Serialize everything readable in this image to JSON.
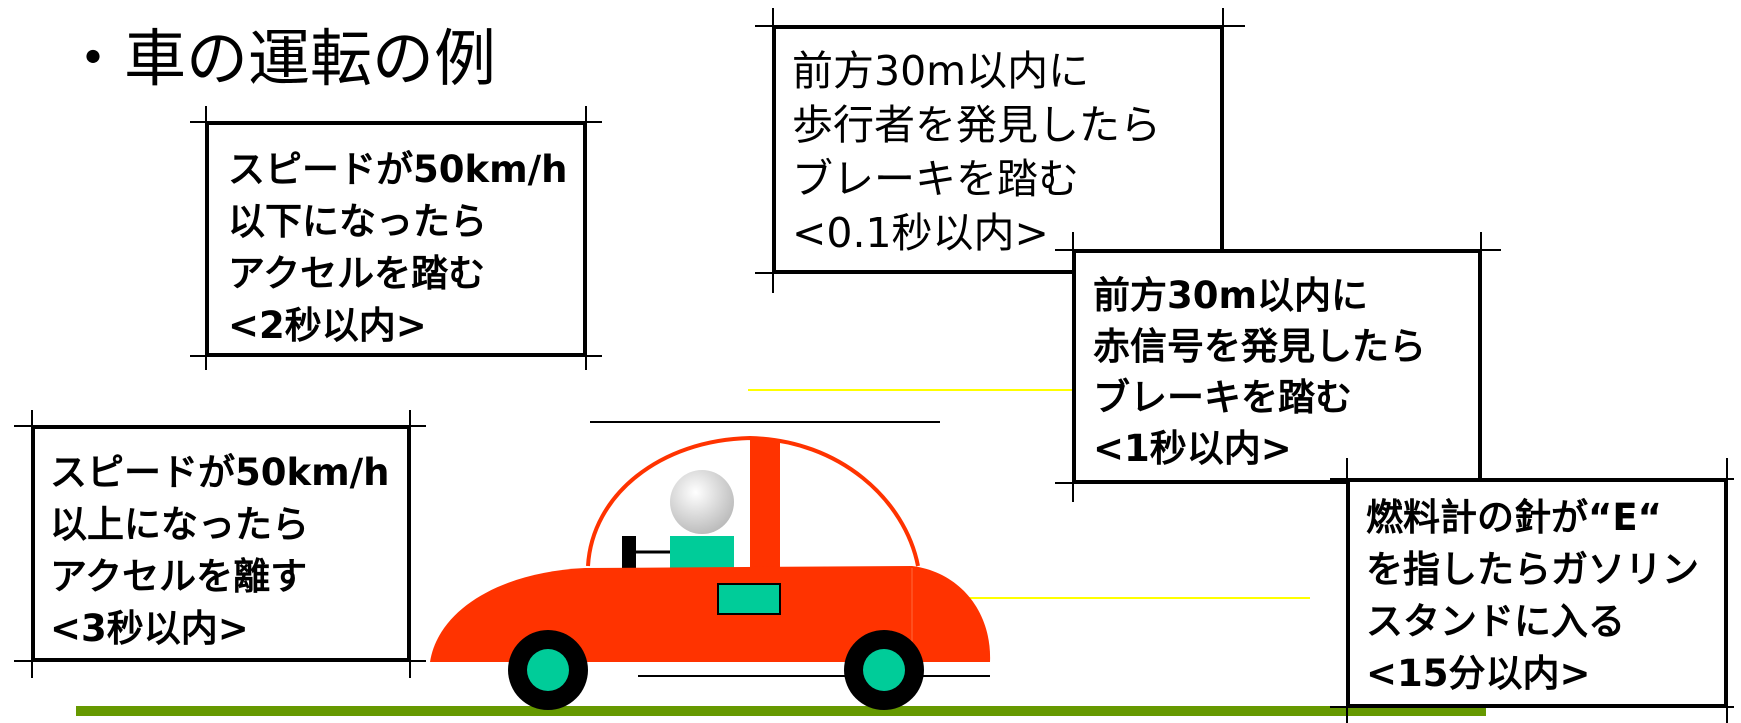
{
  "title": "・車の運転の例",
  "boxes": [
    {
      "id": "speed-under-50",
      "lines": [
        "スピードが50km/h",
        "以下になったら",
        "アクセルを踏む",
        "<2秒以内>"
      ]
    },
    {
      "id": "pedestrian-30m",
      "lines": [
        "前方30m以内に",
        "歩行者を発見したら",
        "ブレーキを踏む",
        "<0.1秒以内>"
      ]
    },
    {
      "id": "red-light-30m",
      "lines": [
        "前方30m以内に",
        "赤信号を発見したら",
        "ブレーキを踏む",
        "<1秒以内>"
      ]
    },
    {
      "id": "speed-over-50",
      "lines": [
        "スピードが50km/h",
        "以上になったら",
        "アクセルを離す",
        "<3秒以内>"
      ]
    },
    {
      "id": "fuel-empty",
      "lines": [
        "燃料計の針が“E“",
        "を指したらガソリン",
        "スタンドに入る",
        "<15分以内>"
      ]
    }
  ],
  "colors": {
    "car_body": "#ff3300",
    "wheel_rim": "#00cc99",
    "driver_body": "#00cc99",
    "ground": "#669900",
    "connector": "#ffff00",
    "text": "#000000"
  }
}
